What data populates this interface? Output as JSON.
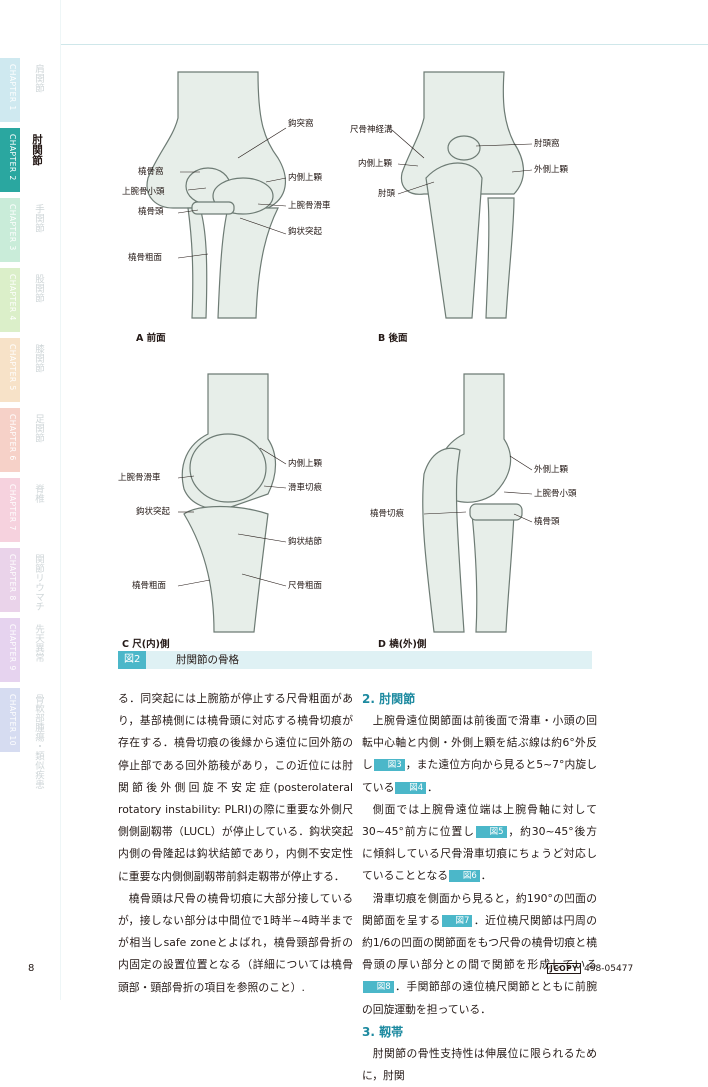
{
  "side_tabs": [
    {
      "en": "CHAPTER 1",
      "jp": "肩関節",
      "active": false,
      "color": "#cfe9f0"
    },
    {
      "en": "CHAPTER 2",
      "jp": "肘関節",
      "active": true,
      "color": "#2aa7a0"
    },
    {
      "en": "CHAPTER 3",
      "jp": "手関節",
      "active": false,
      "color": "#c9ecd9"
    },
    {
      "en": "CHAPTER 4",
      "jp": "股関節",
      "active": false,
      "color": "#dbefc9"
    },
    {
      "en": "CHAPTER 5",
      "jp": "膝関節",
      "active": false,
      "color": "#f7e2c8"
    },
    {
      "en": "CHAPTER 6",
      "jp": "足関節",
      "active": false,
      "color": "#f6d1c8"
    },
    {
      "en": "CHAPTER 7",
      "jp": "脊椎",
      "active": false,
      "color": "#f6d2de"
    },
    {
      "en": "CHAPTER 8",
      "jp": "関節リウマチ",
      "active": false,
      "color": "#ead3ea"
    },
    {
      "en": "CHAPTER 9",
      "jp": "先天異常",
      "active": false,
      "color": "#e6d3ef"
    },
    {
      "en": "CHAPTER 10",
      "jp": "骨軟部腫瘍・類似疾患",
      "active": false,
      "color": "#d6dcf1"
    }
  ],
  "figure": {
    "panel_a": {
      "caption": "A 前面",
      "labels": [
        "鈎突窩",
        "橈骨窩",
        "内側上顆",
        "上腕骨小頭",
        "上腕骨滑車",
        "橈骨頭",
        "鈎状突起",
        "橈骨粗面"
      ]
    },
    "panel_b": {
      "caption": "B 後面",
      "labels": [
        "尺骨神経溝",
        "肘頭窩",
        "内側上顆",
        "外側上顆",
        "肘頭"
      ]
    },
    "panel_c": {
      "caption": "C 尺(内)側",
      "labels": [
        "内側上顆",
        "上腕骨滑車",
        "滑車切痕",
        "鈎状突起",
        "鈎状結節",
        "橈骨粗面",
        "尺骨粗面"
      ]
    },
    "panel_d": {
      "caption": "D 橈(外)側",
      "labels": [
        "外側上顆",
        "上腕骨小頭",
        "橈骨切痕",
        "橈骨頭"
      ]
    },
    "caption_num": "図2",
    "caption_title": "肘関節の骨格"
  },
  "left_col": {
    "p1": "る．同突起には上腕筋が停止する尺骨粗面があり，基部橈側には橈骨頭に対応する橈骨切痕が存在する．橈骨切痕の後縁から遠位に回外筋の停止部である回外筋稜があり，この近位には肘関節後外側回旋不安定症(posterolateral rotatory instability: PLRI)の際に重要な外側尺側側副靱帯（LUCL）が停止している．鈎状突起内側の骨隆起は鈎状結節であり，内側不安定性に重要な内側側副靱帯前斜走靱帯が停止する．",
    "p2": "橈骨頭は尺骨の橈骨切痕に大部分接しているが，接しない部分は中間位で1時半~4時半までが相当しsafe zoneとよばれ，橈骨頸部骨折の内固定の設置位置となる（詳細については橈骨頭部・頸部骨折の項目を参照のこと）."
  },
  "right_col": {
    "h2": "2. 肘関節",
    "p1a": "上腕骨遠位関節面は前後面で滑車・小頭の回転中心軸と内側・外側上顆を結ぶ線は約6°外反し",
    "ref1": "図3",
    "p1b": "，また遠位方向から見ると5~7°内旋している",
    "ref2": "図4",
    "p1c": "．",
    "p2a": "側面では上腕骨遠位端は上腕骨軸に対して30~45°前方に位置し",
    "ref3": "図5",
    "p2b": "，約30~45°後方に傾斜している尺骨滑車切痕にちょうど対応していることとなる",
    "ref4": "図6",
    "p2c": "．",
    "p3a": "滑車切痕を側面から見ると，約190°の凹面の関節面を呈する",
    "ref5": "図7",
    "p3b": "．近位橈尺関節は円周の約1/6の凹面の関節面をもつ尺骨の橈骨切痕と橈骨頭の厚い部分との間で関節を形成している",
    "ref6": "図8",
    "p3c": "．手関節部の遠位橈尺関節とともに前腕の回旋運動を担っている．",
    "h3": "3. 靱帯",
    "p4": "肘関節の骨性支持性は伸展位に限られるために，肘関"
  },
  "footer": {
    "page": "8",
    "jcopy": "JCOPY",
    "code": "498-05477"
  }
}
